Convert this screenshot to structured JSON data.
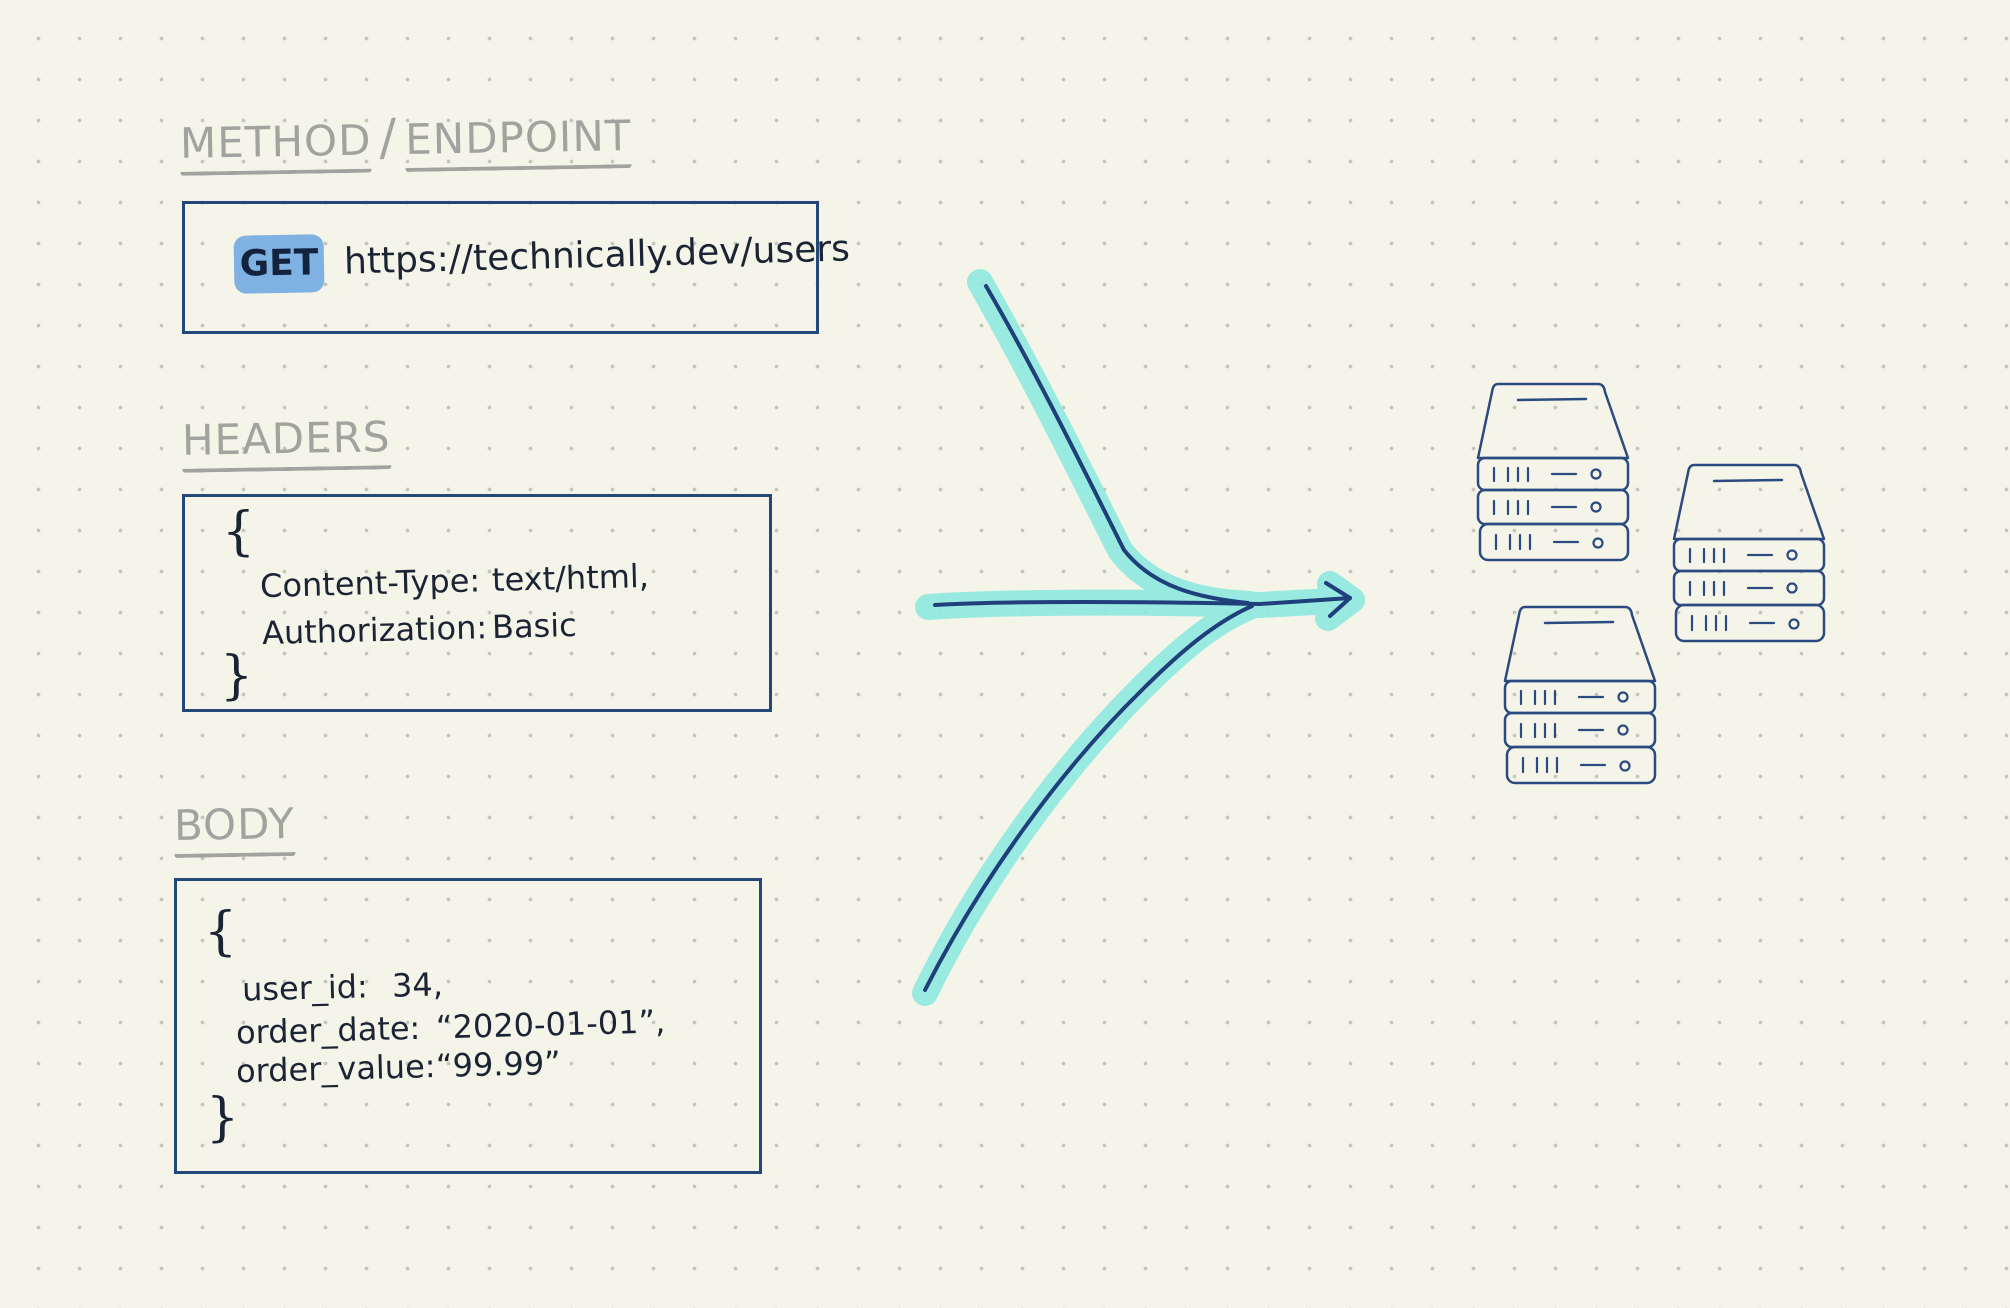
{
  "sections": {
    "method_endpoint": {
      "heading_left": "METHOD",
      "heading_separator": "/",
      "heading_right": "ENDPOINT",
      "method": "GET",
      "url": "https://technically.dev/users"
    },
    "headers": {
      "heading": "HEADERS",
      "open_brace": "{",
      "close_brace": "}",
      "lines": [
        {
          "key": "Content-Type:",
          "value": "text/html,"
        },
        {
          "key": "Authorization:",
          "value": "Basic"
        }
      ]
    },
    "body": {
      "heading": "BODY",
      "open_brace": "{",
      "close_brace": "}",
      "lines": [
        {
          "key": "user_id:",
          "value": "34,"
        },
        {
          "key": "order_date:",
          "value": "“2020-01-01”,"
        },
        {
          "key": "order_value:",
          "value": "“99.99”"
        }
      ]
    }
  },
  "icons": [
    "server-stack-icon",
    "server-stack-icon",
    "server-stack-icon"
  ],
  "colors": {
    "background": "#f5f4e8",
    "dot_grid": "#c4c6bd",
    "box_border": "#24477a",
    "heading_text": "#a2a39e",
    "method_badge": "#7fb1e3",
    "arrow_stroke": "#1f3f7a",
    "arrow_highlight": "#8fe9e0",
    "server_stroke": "#2a4a80"
  }
}
